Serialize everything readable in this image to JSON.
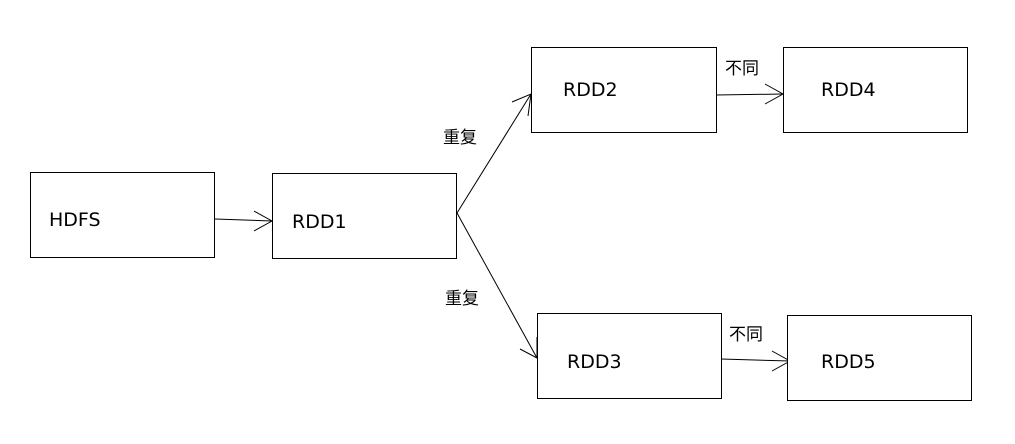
{
  "diagram": {
    "nodes": {
      "hdfs": "HDFS",
      "rdd1": "RDD1",
      "rdd2": "RDD2",
      "rdd3": "RDD3",
      "rdd4": "RDD4",
      "rdd5": "RDD5"
    },
    "edges": [
      {
        "from": "HDFS",
        "to": "RDD1",
        "label": ""
      },
      {
        "from": "RDD1",
        "to": "RDD2",
        "label": "重复"
      },
      {
        "from": "RDD1",
        "to": "RDD3",
        "label": "重复"
      },
      {
        "from": "RDD2",
        "to": "RDD4",
        "label": "不同"
      },
      {
        "from": "RDD3",
        "to": "RDD5",
        "label": "不同"
      }
    ],
    "colors": {
      "stroke": "#000000",
      "background": "#ffffff",
      "text": "#000000"
    }
  }
}
